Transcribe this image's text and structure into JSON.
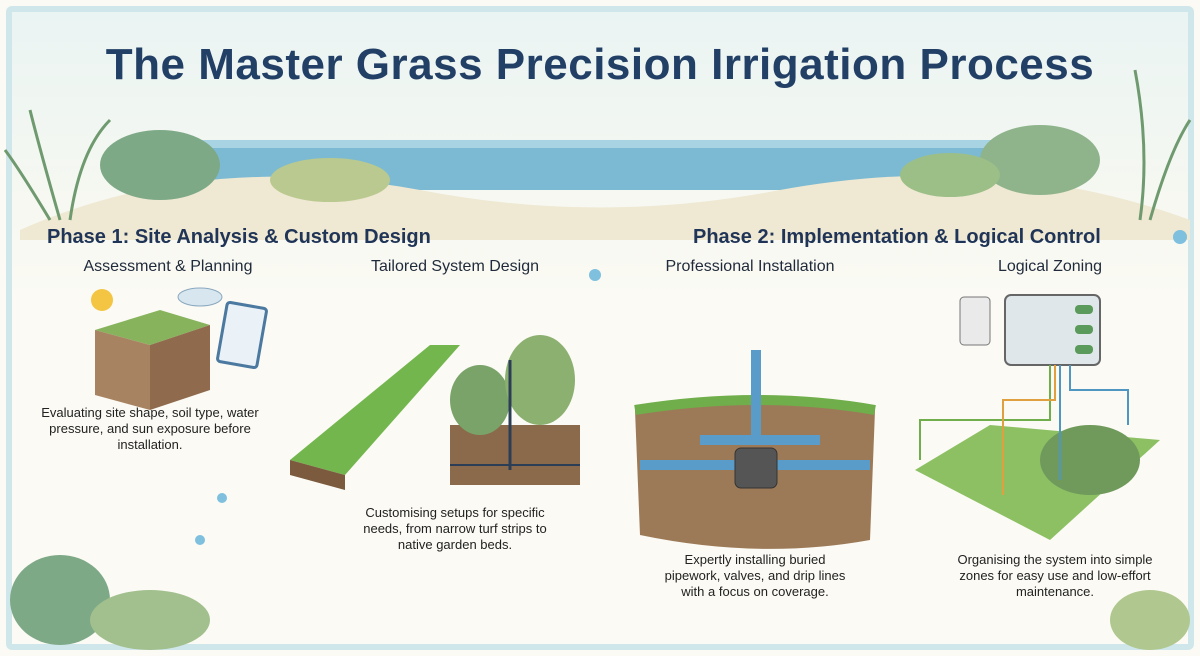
{
  "title": "The Master Grass Precision Irrigation Process",
  "phases": [
    {
      "heading": "Phase 1: Site Analysis & Custom Design",
      "steps": [
        {
          "title": "Assessment & Planning",
          "caption": "Evaluating site shape, soil type, water pressure, and sun exposure before installation."
        },
        {
          "title": "Tailored System Design",
          "caption": "Customising setups for specific needs, from narrow turf strips to native garden beds."
        }
      ]
    },
    {
      "heading": "Phase 2: Implementation & Logical Control",
      "steps": [
        {
          "title": "Professional Installation",
          "caption": "Expertly installing buried pipework, valves, and drip lines with a focus on coverage."
        },
        {
          "title": "Logical Zoning",
          "caption": "Organising the system into simple zones for easy use and low-effort maintenance."
        }
      ]
    }
  ],
  "colors": {
    "title": "#223f66",
    "sea": "#6fb3cf",
    "grass": "#6fae4a",
    "soil": "#8a6a4a",
    "pipe": "#5a9cc9"
  }
}
